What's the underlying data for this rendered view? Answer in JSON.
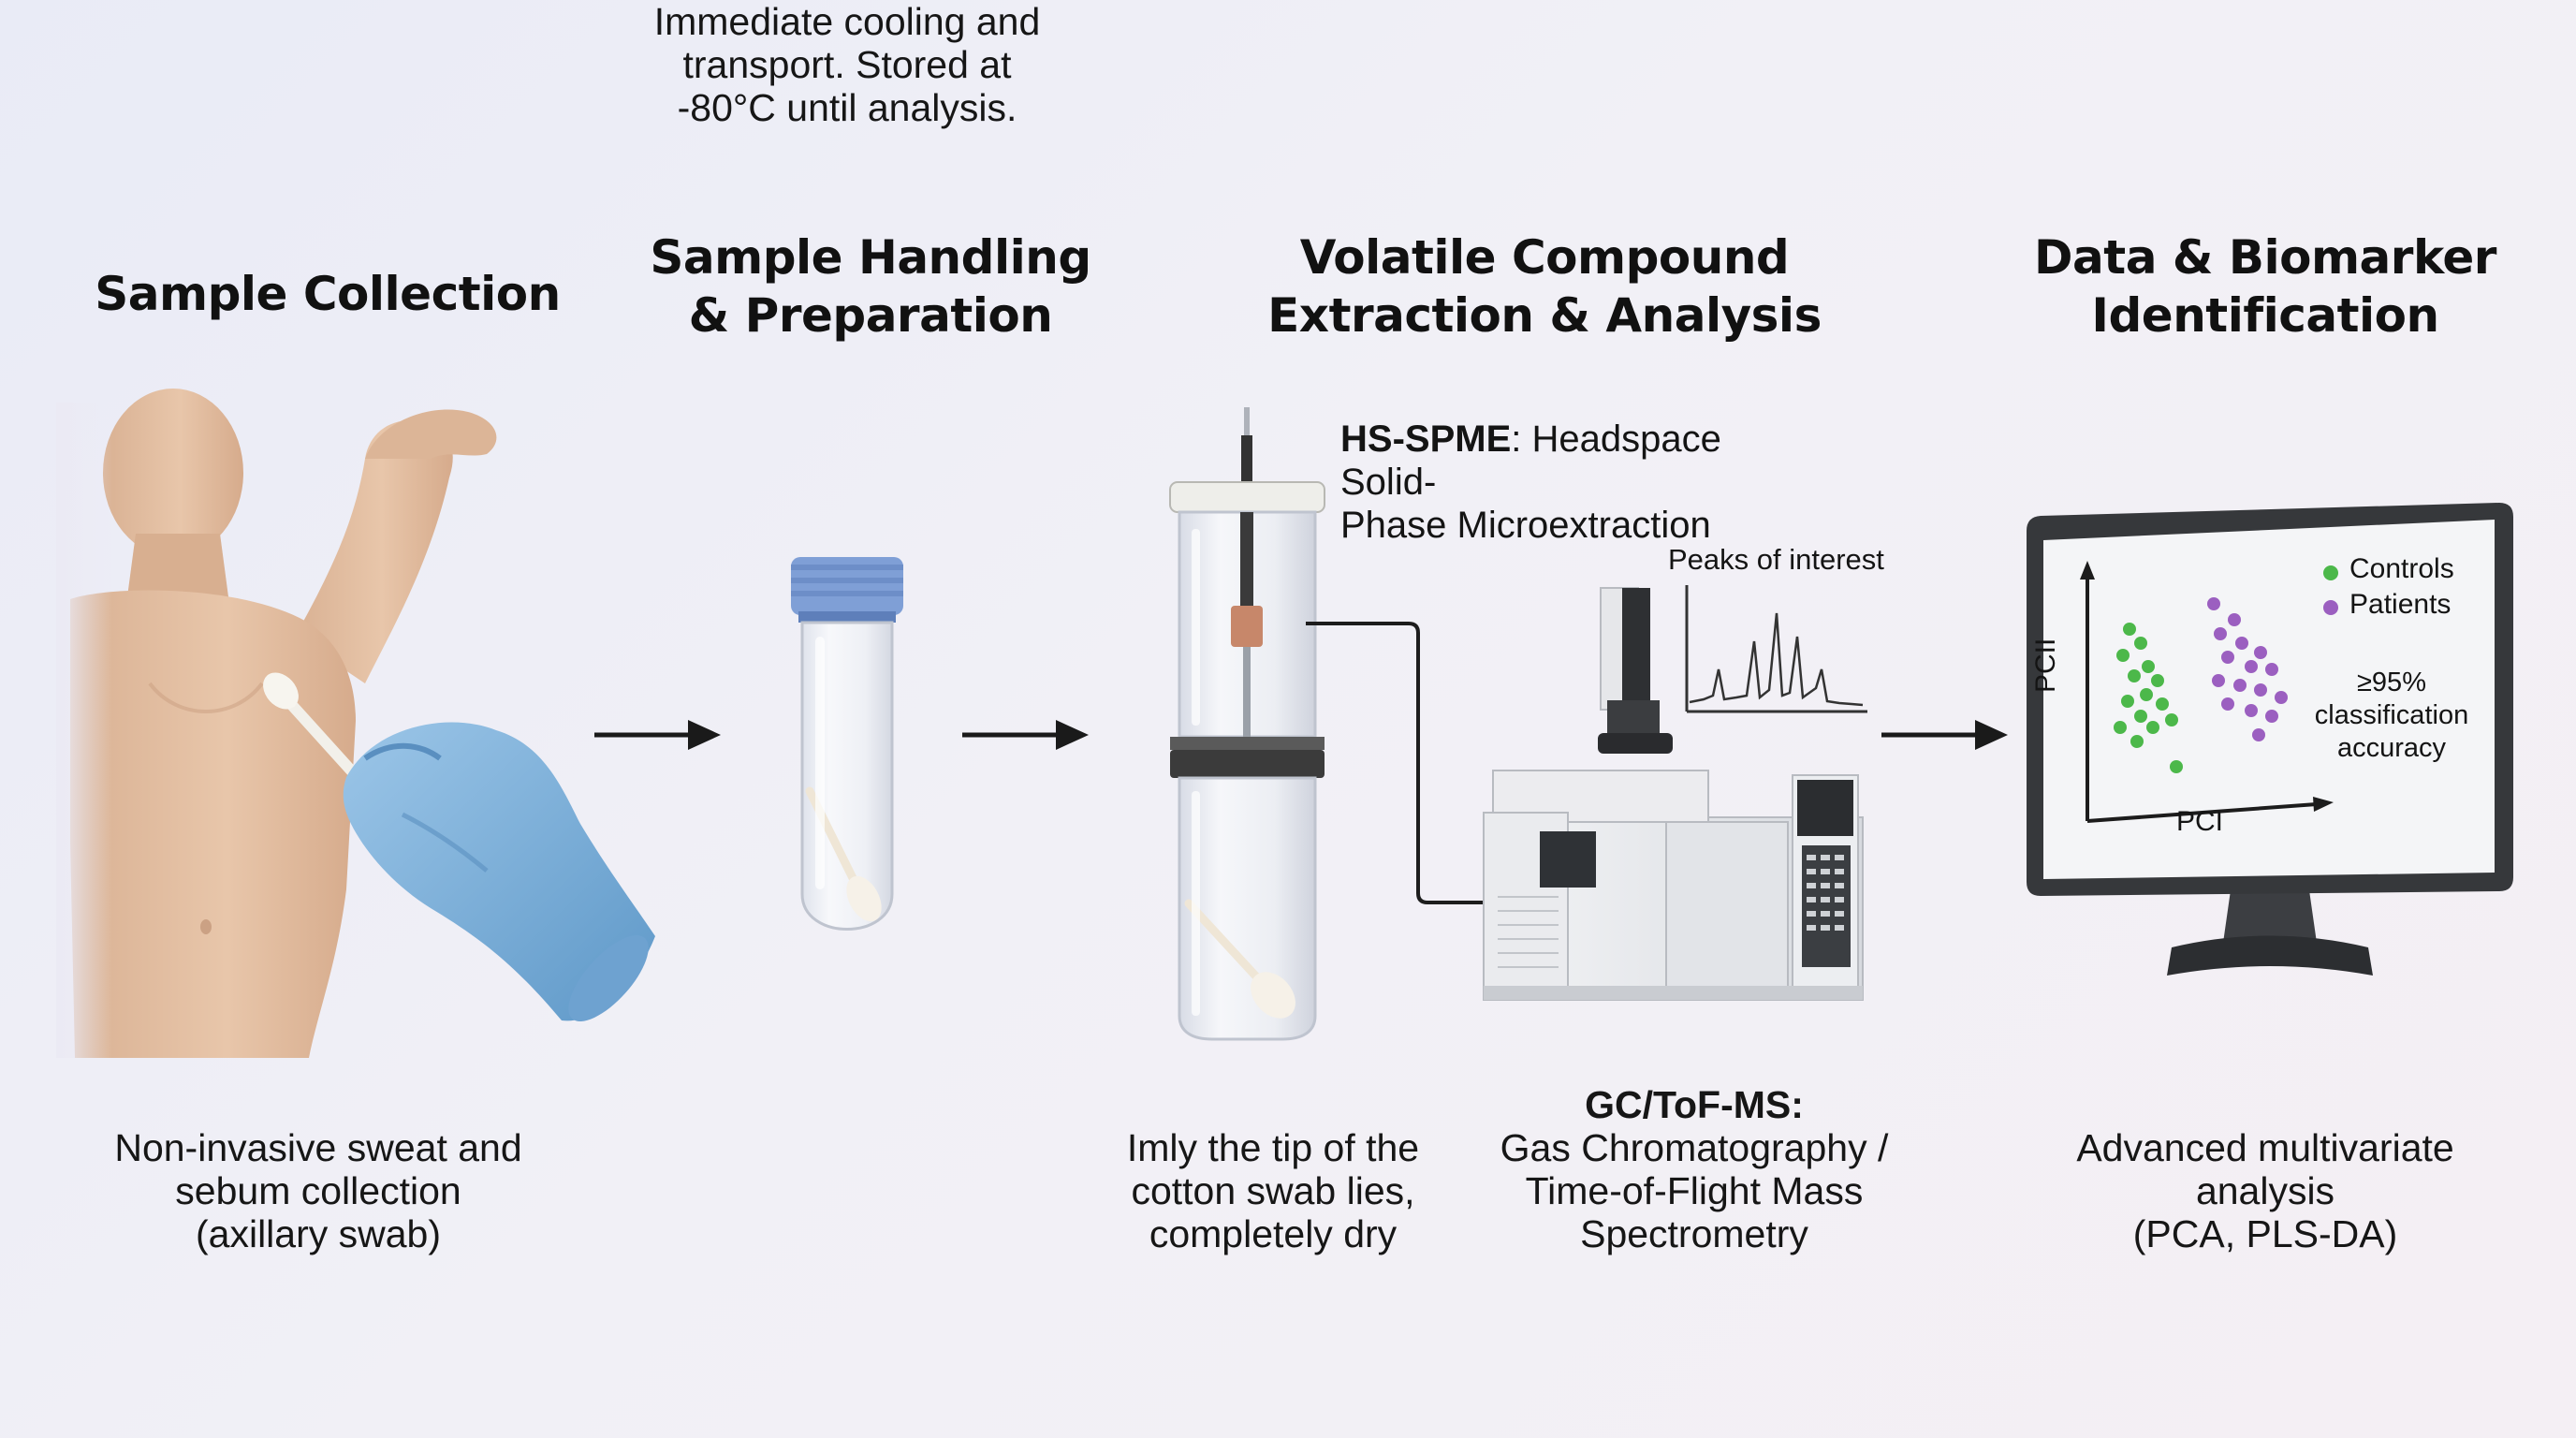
{
  "steps": [
    {
      "title_lines": [
        "Sample Collection"
      ],
      "caption_lines": [
        "Non-invasive sweat and",
        "sebum collection",
        "(axillary swab)"
      ]
    },
    {
      "title_lines": [
        "Sample Handling",
        "& Preparation"
      ],
      "caption_lines": [
        "Immediate cooling and",
        "transport. Stored at",
        "-80°C until analysis."
      ]
    },
    {
      "title_lines": [
        "Volatile Compound",
        "Extraction & Analysis"
      ],
      "caption_lines": [
        "Imly the tip of the",
        "cotton swab lies,",
        "completely dry"
      ]
    },
    {
      "title_lines": [
        "Data & Biomarker",
        "Identification"
      ],
      "caption_lines": [
        "Advanced multivariate",
        "analysis",
        "(PCA, PLS-DA)"
      ]
    }
  ],
  "hs_spme": {
    "abbr": "HS-SPME",
    "rest_line1": ": Headspace Solid-",
    "line2": "Phase Microextraction"
  },
  "gcms": {
    "heading": "GC/ToF-MS:",
    "lines": [
      "Gas Chromatography /",
      "Time-of-Flight Mass",
      "Spectrometry"
    ]
  },
  "chromatogram": {
    "label": "Peaks of interest"
  },
  "monitor": {
    "legend_controls": "Controls",
    "legend_patients": "Patients",
    "accuracy_lines": [
      "≥95%",
      "classification",
      "accuracy"
    ],
    "x_axis": "PCI",
    "y_axis": "PCII"
  },
  "colors": {
    "controls": "#4cb84a",
    "patients": "#9b5fc0",
    "glove": "#7fb3dc",
    "tube_cap": "#7f9fd6",
    "skin": "#e3bfa2"
  },
  "icons": [
    "person-torso-illustration",
    "gloved-hand-icon",
    "cotton-swab-icon",
    "test-tube-icon",
    "spme-vial-icon",
    "gc-ms-instrument-icon",
    "chromatogram-icon",
    "monitor-icon",
    "arrow-right-icon"
  ]
}
